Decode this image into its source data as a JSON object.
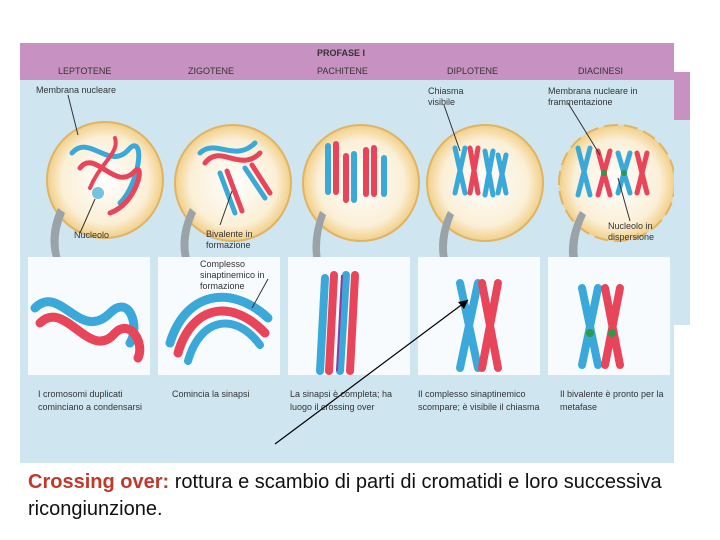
{
  "header": {
    "group_title": "PROFASE I",
    "stages": [
      "LEPTOTENE",
      "ZIGOTENE",
      "PACHITENE",
      "DIPLOTENE",
      "DIACINESI"
    ]
  },
  "labels": {
    "membrana_nucleare": "Membrana nucleare",
    "chiasma_visibile": "Chiasma visibile",
    "membrana_frammentazione": "Membrana nucleare in frammentazione",
    "nucleolo": "Nucleolo",
    "bivalente_formazione": "Bivalente in formazione",
    "complesso_formazione": "Complesso sinaptinemico in formazione",
    "nucleolo_dispersione": "Nucleolo in dispersione"
  },
  "captions": [
    "I cromosomi duplicati cominciano a condensarsi",
    "Comincia la sinapsi",
    "La sinapsi è completa; ha luogo il crossing over",
    "Il complesso sinaptinemico scompare; è visibile il chiasma",
    "Il bivalente è pronto per la metafase"
  ],
  "caption": {
    "keyword": "Crossing over:",
    "text": " rottura e scambio di parti di cromatidi e loro successiva ricongiunzione."
  },
  "colors": {
    "header": "#c792c2",
    "panel": "#cfe6f1",
    "red": "#e8445a",
    "blue": "#3aa9d9",
    "cell": "#f1cf88",
    "arrow": "#9aa3a8"
  }
}
